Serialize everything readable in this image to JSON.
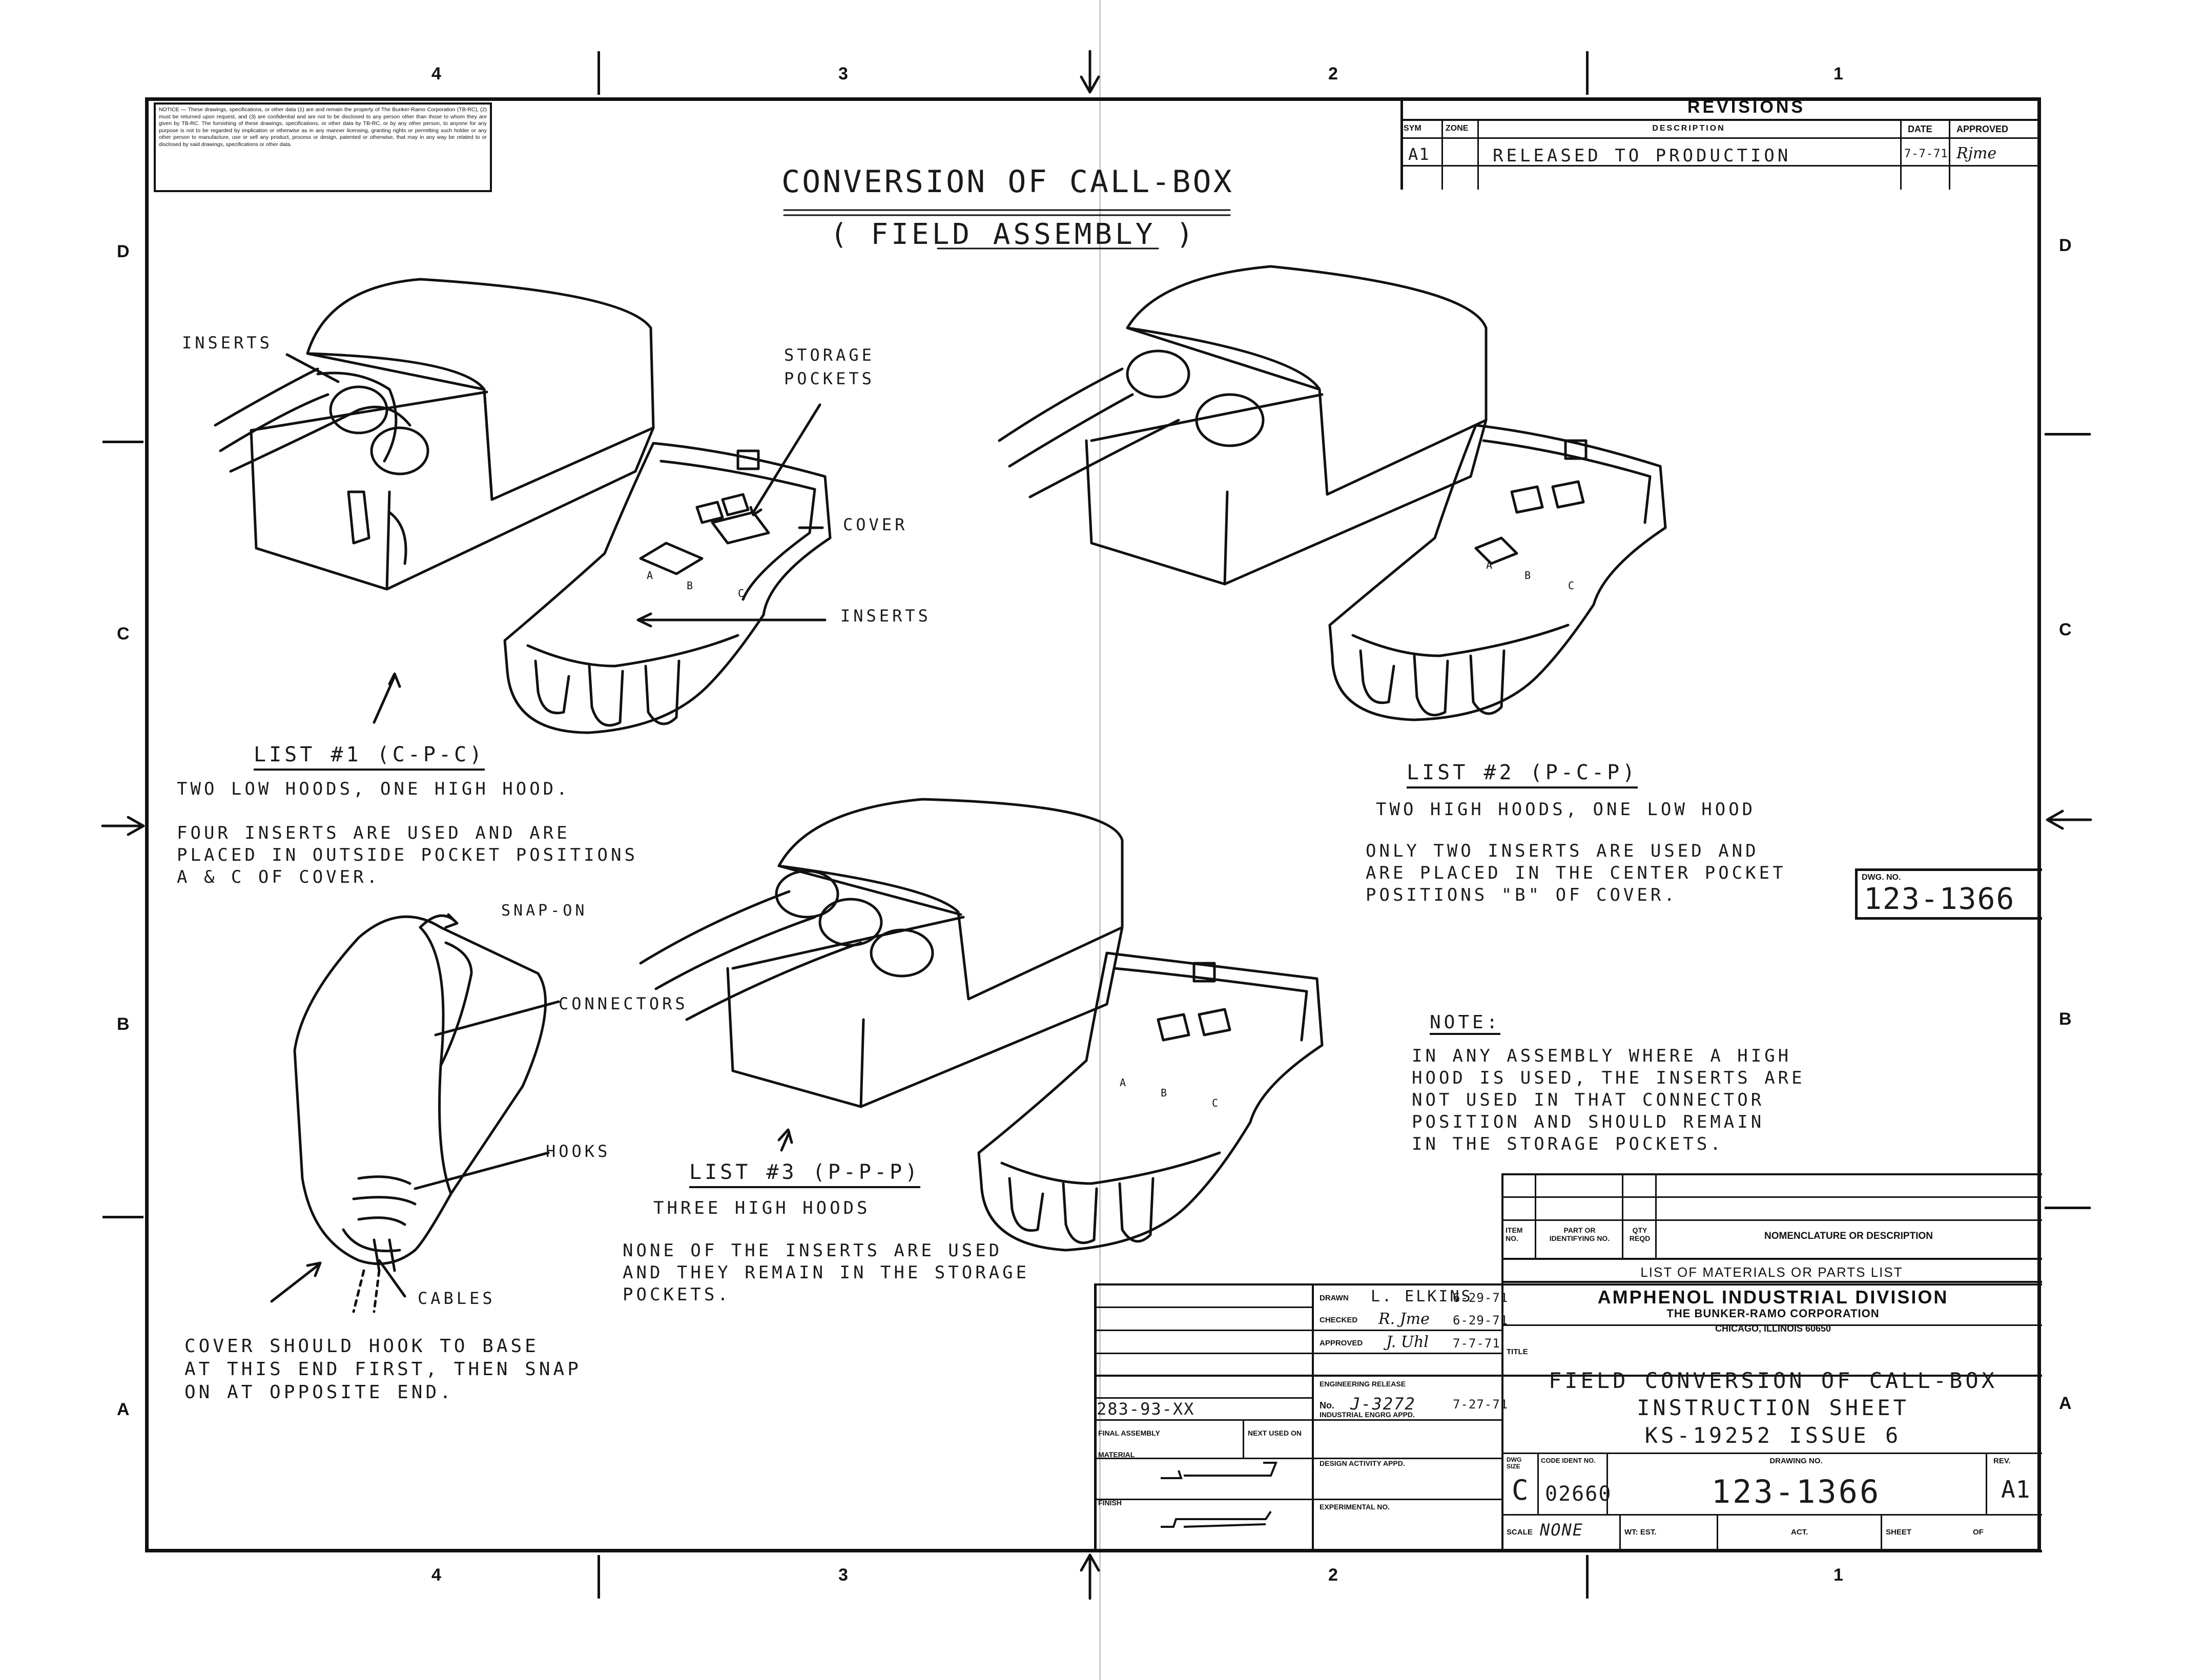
{
  "zones": {
    "columns": [
      "4",
      "3",
      "2",
      "1"
    ],
    "rows": [
      "D",
      "C",
      "B",
      "A"
    ]
  },
  "notice_text": "NOTICE — These drawings, specifications, or other data (1) are and remain the property of The Bunker-Ramo Corporation (TB-RC), (2) must be returned upon request, and (3) are confidential and are not to be disclosed to any person other than those to whom they are given by TB-RC. The furnishing of these drawings, specifications, or other data by TB-RC, or by any other person, to anyone for any purpose is not to be regarded by implication or otherwise as in any manner licensing, granting rights or permitting such holder or any other person to manufacture, use or sell any product, process or design, patented or otherwise, that may in any way be related to or disclosed by said drawings, specifications or other data.",
  "revisions": {
    "heading": "REVISIONS",
    "col_sym": "SYM",
    "col_zone": "ZONE",
    "col_description": "DESCRIPTION",
    "col_date": "DATE",
    "col_approved": "APPROVED",
    "rows": [
      {
        "sym": "A1",
        "zone": "",
        "description": "RELEASED TO PRODUCTION",
        "date": "7-7-71",
        "approved": "Rjme"
      }
    ]
  },
  "title": {
    "line1": "CONVERSION OF CALL-BOX",
    "line2": "( FIELD ASSEMBLY )"
  },
  "labels": {
    "inserts_top": "INSERTS",
    "storage_pockets": "STORAGE\nPOCKETS",
    "cover": "COVER",
    "inserts_cover": "INSERTS",
    "snap_on": "SNAP-ON",
    "connectors": "CONNECTORS",
    "hooks": "HOOKS",
    "cables": "CABLES",
    "pocket_a": "A",
    "pocket_b": "B",
    "pocket_c": "C"
  },
  "list1": {
    "heading": "LIST #1 (C-P-C)",
    "line1": "TWO LOW HOODS, ONE HIGH HOOD.",
    "line2": "FOUR INSERTS ARE USED AND ARE\nPLACED IN OUTSIDE POCKET POSITIONS\nA & C OF COVER."
  },
  "list2": {
    "heading": "LIST #2 (P-C-P)",
    "line1": "TWO HIGH HOODS, ONE LOW HOOD",
    "line2": "ONLY TWO INSERTS ARE USED AND\nARE PLACED IN THE CENTER POCKET\nPOSITIONS \"B\" OF COVER."
  },
  "list3": {
    "heading": "LIST #3 (P-P-P)",
    "line1": "THREE HIGH HOODS",
    "line2": "NONE OF THE INSERTS ARE USED\nAND THEY REMAIN IN THE STORAGE\nPOCKETS."
  },
  "note": {
    "heading": "NOTE:",
    "text": "IN ANY ASSEMBLY WHERE A HIGH\nHOOD IS USED, THE INSERTS ARE\nNOT USED IN THAT CONNECTOR\nPOSITION AND SHOULD REMAIN\nIN THE STORAGE POCKETS."
  },
  "cover_instruction": "COVER SHOULD HOOK TO BASE\nAT THIS END FIRST, THEN SNAP\nON AT OPPOSITE END.",
  "dwg_box": {
    "label": "DWG. NO.",
    "value": "123-1366"
  },
  "parts_list": {
    "col_item": "ITEM\nNO.",
    "col_part": "PART OR\nIDENTIFYING NO.",
    "col_qty": "QTY\nREQD",
    "col_nomenclature": "NOMENCLATURE OR DESCRIPTION",
    "caption": "LIST OF MATERIALS OR PARTS LIST"
  },
  "title_block": {
    "company": "AMPHENOL INDUSTRIAL DIVISION",
    "corporation": "THE BUNKER-RAMO CORPORATION",
    "city": "CHICAGO, ILLINOIS 60650",
    "title_label": "TITLE",
    "title_line1": "FIELD CONVERSION OF CALL-BOX",
    "title_line2": "INSTRUCTION SHEET",
    "title_line3": "KS-19252 ISSUE 6",
    "drawn_label": "DRAWN",
    "drawn_by": "L. ELKINS",
    "drawn_date": "6-29-71",
    "checked_label": "CHECKED",
    "checked_by": "R. Jme",
    "checked_date": "6-29-71",
    "approved_label": "APPROVED",
    "approved_by": "J. Uhl",
    "approved_date": "7-7-71",
    "eng_release_label": "ENGINEERING RELEASE",
    "eng_release_no_label": "No.",
    "eng_release_no": "J-3272",
    "eng_release_date": "7-27-71",
    "ind_engrg_label": "INDUSTRIAL ENGRG APPD.",
    "design_activity_label": "DESIGN ACTIVITY APPD.",
    "experimental_label": "EXPERIMENTAL NO.",
    "final_assembly_value": "283-93-XX",
    "final_assembly_label": "FINAL ASSEMBLY",
    "next_used_on_label": "NEXT USED ON",
    "material_label": "MATERIAL",
    "finish_label": "FINISH",
    "dwg_size_label": "DWG\nSIZE",
    "dwg_size": "C",
    "code_ident_label": "CODE IDENT NO.",
    "code_ident": "02660",
    "drawing_no_label": "DRAWING NO.",
    "drawing_no": "123-1366",
    "rev_label": "REV.",
    "rev": "A1",
    "scale_label": "SCALE",
    "scale": "NONE",
    "wt_label": "WT: EST.",
    "act_label": "ACT.",
    "sheet_label": "SHEET",
    "of_label": "OF"
  }
}
